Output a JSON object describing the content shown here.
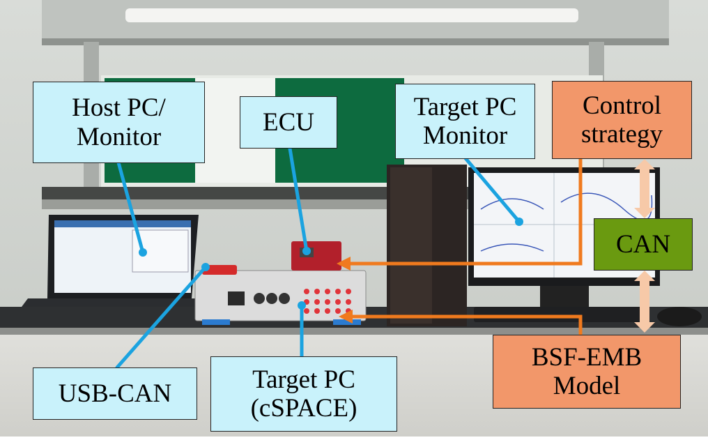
{
  "labels": {
    "host_pc": "Host PC/\nMonitor",
    "ecu": "ECU",
    "target_pc_monitor": "Target PC\nMonitor",
    "control_strategy": "Control\nstrategy",
    "can": "CAN",
    "usb_can": "USB-CAN",
    "target_pc_cspace": "Target PC\n(cSPACE)",
    "bsf_emb_model": "BSF-EMB\nModel"
  },
  "colors": {
    "cyan_box": "#c9f2fb",
    "orange_box": "#f2976a",
    "green_box": "#6a9a10",
    "pointer_line": "#1ba3e0",
    "signal_arrow": "#f07a1e",
    "can_link": "#f7c9a8"
  }
}
